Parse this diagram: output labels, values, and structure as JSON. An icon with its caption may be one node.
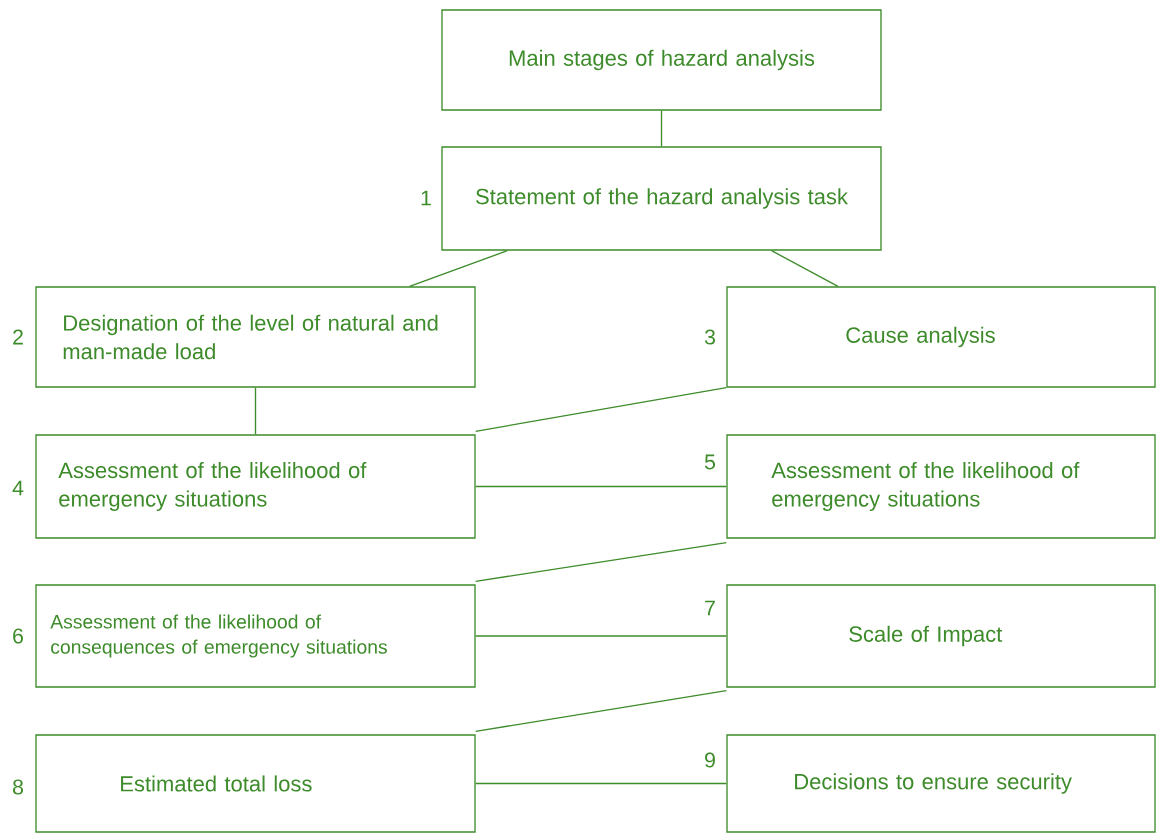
{
  "diagram": {
    "nodes": [
      {
        "text": [
          "Main stages of hazard analysis"
        ]
      },
      {
        "text": [
          "Statement of the hazard analysis task"
        ],
        "beside": [
          "1"
        ]
      },
      {
        "text": [
          "Designation of the level of natural and man-made load"
        ],
        "beside": [
          "2"
        ]
      },
      {
        "text": [
          "Cause analysis"
        ],
        "beside": [
          "3"
        ]
      },
      {
        "text": [
          "Assessment of the likelihood of emergency situations"
        ],
        "beside": [
          "4"
        ]
      },
      {
        "text": [
          "Assessment of the likelihood of emergency situations"
        ],
        "beside": [
          "5"
        ]
      },
      {
        "text": [
          "Assessment of the likelihood of consequences of emergency situations"
        ],
        "beside": [
          "6"
        ]
      },
      {
        "text": [
          "Scale of Impact"
        ],
        "beside": [
          "7"
        ]
      },
      {
        "text": [
          "Estimated total loss"
        ],
        "beside": [
          "8"
        ]
      },
      {
        "text": [
          "Decisions to ensure security"
        ],
        "beside": [
          "9"
        ]
      }
    ],
    "edges": [
      {
        "from": 0,
        "to": 1,
        "arrow": "none"
      },
      {
        "from": 1,
        "to": 2,
        "arrow": "none"
      },
      {
        "from": 1,
        "to": 3,
        "arrow": "none"
      },
      {
        "from": 2,
        "to": 4,
        "arrow": "none"
      },
      {
        "from": 3,
        "to": 4,
        "arrow": "none"
      },
      {
        "from": 4,
        "to": 5,
        "arrow": "none"
      },
      {
        "from": 5,
        "to": 6,
        "arrow": "none"
      },
      {
        "from": 6,
        "to": 7,
        "arrow": "none"
      },
      {
        "from": 7,
        "to": 8,
        "arrow": "none"
      },
      {
        "from": 8,
        "to": 9,
        "arrow": "none"
      }
    ]
  }
}
